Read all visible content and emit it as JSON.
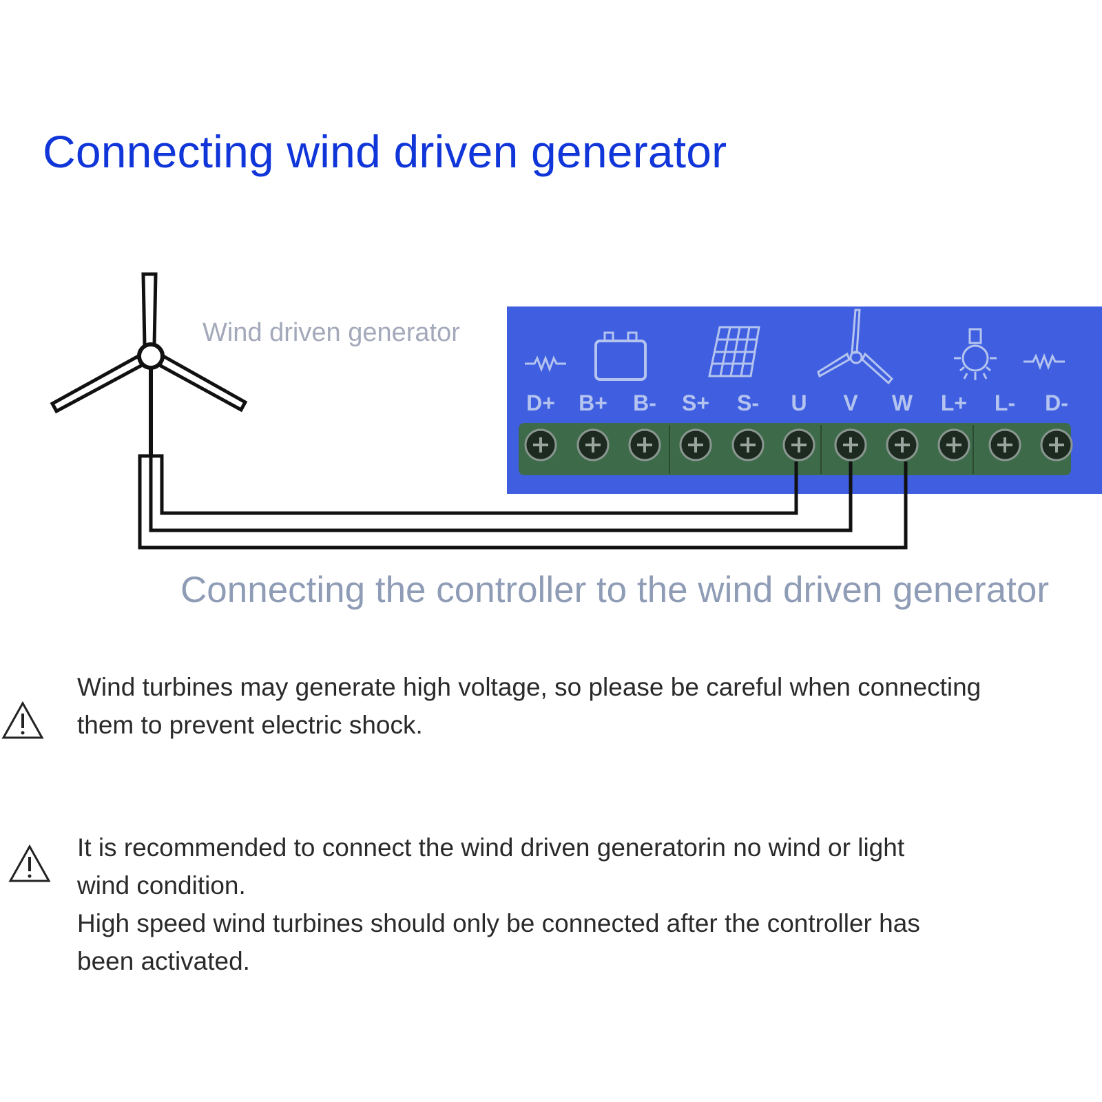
{
  "title": "Connecting wind driven generator",
  "turbine_label": "Wind driven generator",
  "caption": "Connecting the controller to the wind driven generator",
  "controller": {
    "terminals": [
      "D+",
      "B+",
      "B-",
      "S+",
      "S-",
      "U",
      "V",
      "W",
      "L+",
      "L-",
      "D-"
    ],
    "icons": [
      "resistor-icon",
      "battery-icon",
      "solar-panel-icon",
      "wind-turbine-icon",
      "bulb-icon",
      "resistor-icon"
    ],
    "colors": {
      "panel": "#3f5fe0",
      "terminal_block": "#3d6b4a",
      "wire": "#111111"
    }
  },
  "warnings": [
    {
      "lines": [
        "Wind turbines may generate high voltage, so please be careful when connecting",
        "them to prevent electric shock."
      ]
    },
    {
      "lines": [
        "It is recommended to connect the wind driven generatorin no wind or light",
        "wind condition.",
        "High speed wind turbines should only be connected after the controller has",
        "been activated."
      ]
    }
  ],
  "colors": {
    "title": "#1035d8",
    "caption": "#8f9cb6",
    "label": "#a3a9ba"
  }
}
